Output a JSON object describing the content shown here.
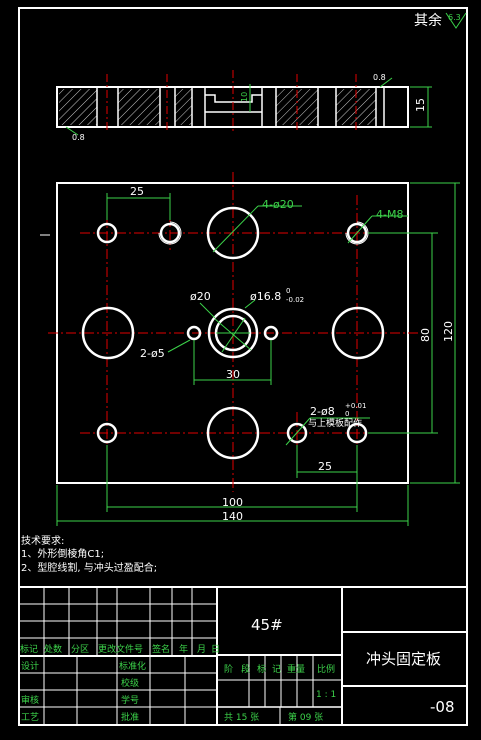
{
  "roughness": {
    "symbol_text": "其余",
    "value": "6.3"
  },
  "side_view": {
    "thickness": "15",
    "chamfer_left": "0.8",
    "chamfer_right": "0.8",
    "slot_depth": "10"
  },
  "top_view": {
    "dims": {
      "d25_top": "25",
      "d4_phi20": "4-ø20",
      "d4_m8": "4-M8",
      "d_phi20": "ø20",
      "d_phi16": "ø16.8",
      "d_phi16_tol_up": "0",
      "d_phi16_tol_low": "-0.02",
      "d2_phi5": "2-ø5",
      "d30": "30",
      "d2_phi8": "2-ø8",
      "d2_phi8_tol": "+0.01",
      "d2_phi8_tol_low": "0",
      "d2_phi8_note": "与上模板配作",
      "d25_bottom": "25",
      "d100": "100",
      "d140": "140",
      "d80": "80",
      "d120": "120"
    }
  },
  "notes": {
    "title": "技术要求:",
    "line1": "1、外形倒棱角C1;",
    "line2": "2、型腔线割, 与冲头过盈配合;"
  },
  "title_block": {
    "material": "45#",
    "part_name": "冲头固定板",
    "drawing_no": "-08",
    "headers": [
      "标记",
      "处数",
      "分区",
      "更改文件号",
      "签名",
      "年",
      "月",
      "日"
    ],
    "roles_left": [
      "设计",
      "审核",
      "工艺"
    ],
    "roles_mid": [
      "标准化",
      "校级",
      "学号",
      "批准"
    ],
    "stage_labels": [
      "阶",
      "段",
      "标",
      "记",
      "重量",
      "比例"
    ],
    "scale": "1 : 1",
    "sheets_total_label": "共 15 张",
    "sheet_no_label": "第 09 张"
  }
}
